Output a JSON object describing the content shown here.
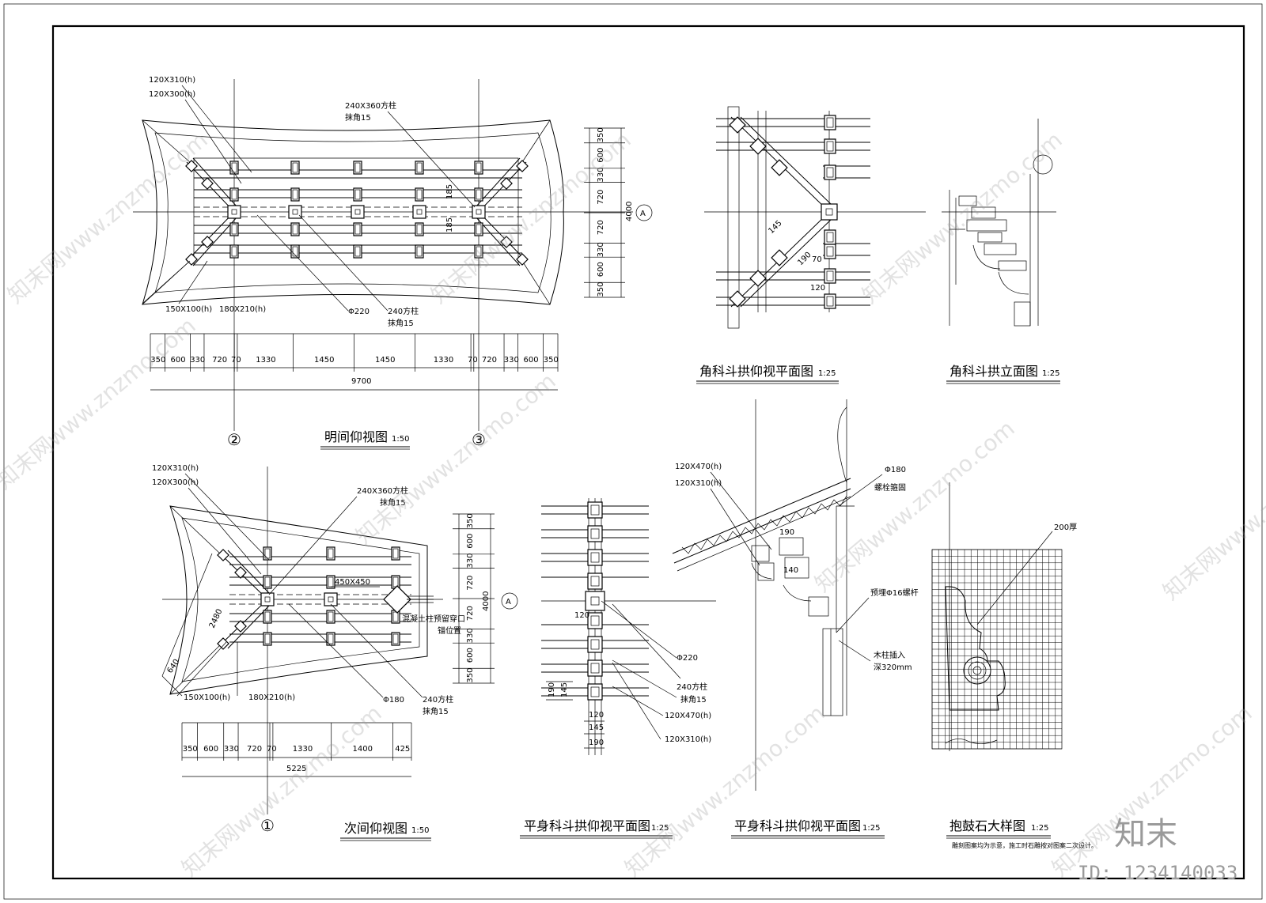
{
  "drawings": {
    "mingjian": {
      "title": "明间仰视图",
      "scale": "1:50",
      "beam_labels": [
        "120X310(h)",
        "120X300(h)",
        "240X360方柱",
        "抹角15",
        "150X100(h)",
        "180X210(h)",
        "Φ220",
        "240方柱",
        "抹角15"
      ],
      "dims_bottom": [
        "350",
        "600",
        "330",
        "720",
        "70",
        "1330",
        "1450",
        "1450",
        "1330",
        "70",
        "720",
        "330",
        "600",
        "350"
      ],
      "total": "9700",
      "dims_right": [
        "350",
        "600",
        "330",
        "720",
        "720",
        "330",
        "600",
        "350"
      ],
      "inner_dims": [
        "185",
        "185"
      ],
      "right_total": "4000",
      "axes": [
        "②",
        "③"
      ],
      "axis_a": "A"
    },
    "cijian": {
      "title": "次间仰视图",
      "scale": "1:50",
      "beam_labels": [
        "120X310(h)",
        "120X300(h)",
        "240X360方柱",
        "抹角15",
        "450X450",
        "混凝土柱预留穿口",
        "锚位置",
        "150X100(h)",
        "180X210(h)",
        "Φ180",
        "240方柱",
        "抹角15"
      ],
      "diag_dims": [
        "2480",
        "640"
      ],
      "dims_bottom": [
        "350",
        "600",
        "330",
        "720",
        "70",
        "1330",
        "1400",
        "425"
      ],
      "total": "5225",
      "dims_right": [
        "350",
        "600",
        "330",
        "720",
        "720",
        "330",
        "600",
        "350"
      ],
      "right_total": "4000",
      "axis": "①",
      "axis_a": "A"
    },
    "jiaoke_plan": {
      "title": "角科斗拱仰视平面图",
      "scale": "1:25",
      "dims": [
        "145",
        "190",
        "70",
        "120"
      ]
    },
    "jiaoke_elev": {
      "title": "角科斗拱立面图",
      "scale": "1:25"
    },
    "pingshen_plan": {
      "title": "平身科斗拱仰视平面图",
      "scale": "1:25",
      "labels": [
        "Φ220",
        "240方柱",
        "抹角15",
        "120X470(h)",
        "120X310(h)"
      ],
      "dims": [
        "120",
        "190",
        "145",
        "120",
        "145",
        "190"
      ]
    },
    "pingshen_section": {
      "title": "平身科斗拱仰视平面图",
      "scale": "1:25",
      "labels": [
        "120X470(h)",
        "120X310(h)",
        "Φ180",
        "螺栓箍固",
        "预埋Φ16螺杆",
        "木柱插入",
        "深320mm"
      ],
      "dims": [
        "190",
        "140"
      ]
    },
    "baoguishi": {
      "title": "抱鼓石大样图",
      "scale": "1:25",
      "label": "200厚",
      "note": "雕刻图案均为示意，施工时石雕按对图案二次设计。"
    }
  },
  "watermark": {
    "text": "知末网www.znzmo.com",
    "brand": "知末",
    "id": "ID: 1234140033"
  }
}
